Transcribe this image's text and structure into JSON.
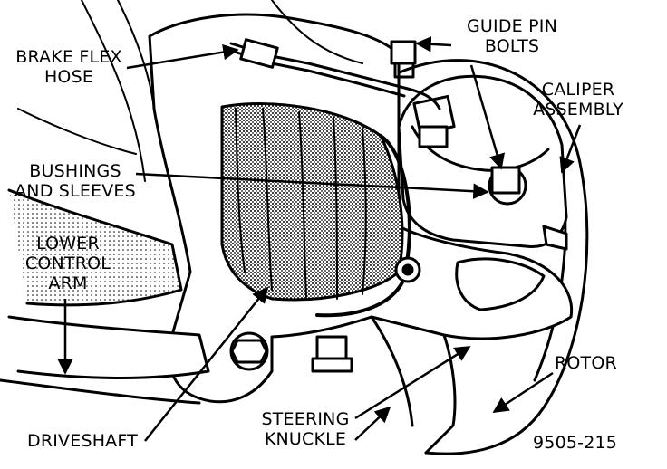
{
  "labels": {
    "brake_flex_hose": [
      "BRAKE FLEX",
      "HOSE"
    ],
    "guide_pin_bolts": [
      "GUIDE PIN",
      "BOLTS"
    ],
    "caliper_assembly": [
      "CALIPER",
      "ASSEMBLY"
    ],
    "bushings_and_sleeves": [
      "BUSHINGS",
      "AND SLEEVES"
    ],
    "lower_control_arm": [
      "LOWER",
      "CONTROL",
      "ARM"
    ],
    "rotor": "ROTOR",
    "steering_knuckle": [
      "STEERING",
      "KNUCKLE"
    ],
    "driveshaft": "DRIVESHAFT",
    "figure_number": "9505-215"
  },
  "colors": {
    "ink": "#000000",
    "paper": "#ffffff",
    "stipple": "#6a6a6a"
  }
}
